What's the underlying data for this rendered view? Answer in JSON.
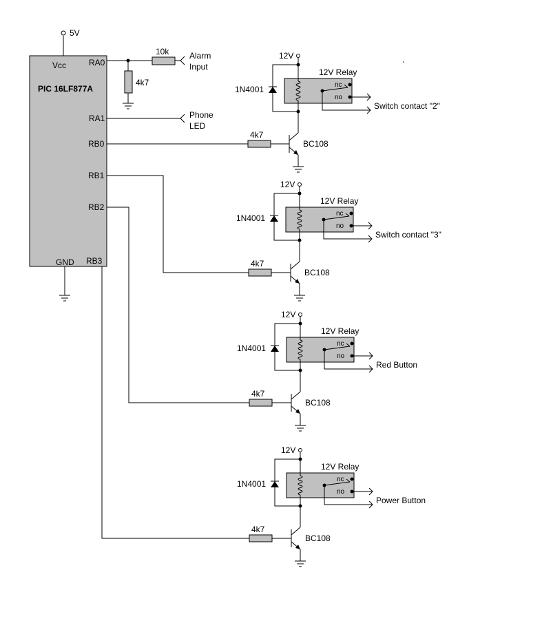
{
  "supply_5v": "5V",
  "mcu": {
    "name": "PIC 16LF877A",
    "pins": {
      "vcc": "Vcc",
      "gnd": "GND",
      "ra0": "RA0",
      "ra1": "RA1",
      "rb0": "RB0",
      "rb1": "RB1",
      "rb2": "RB2",
      "rb3": "RB3"
    }
  },
  "alarm": {
    "series_resistor": "10k",
    "pulldown_resistor": "4k7",
    "label_line1": "Alarm",
    "label_line2": "Input"
  },
  "phone_led": {
    "line1": "Phone",
    "line2": "LED"
  },
  "channels": [
    {
      "supply": "12V",
      "relay": "12V Relay",
      "diode": "1N4001",
      "nc": "nc",
      "no": "no",
      "output": "Switch contact \"2\"",
      "base_resistor": "4k7",
      "transistor": "BC108"
    },
    {
      "supply": "12V",
      "relay": "12V Relay",
      "diode": "1N4001",
      "nc": "nc",
      "no": "no",
      "output": "Switch contact \"3\"",
      "base_resistor": "4k7",
      "transistor": "BC108"
    },
    {
      "supply": "12V",
      "relay": "12V Relay",
      "diode": "1N4001",
      "nc": "nc",
      "no": "no",
      "output": "Red Button",
      "base_resistor": "4k7",
      "transistor": "BC108"
    },
    {
      "supply": "12V",
      "relay": "12V Relay",
      "diode": "1N4001",
      "nc": "nc",
      "no": "no",
      "output": "Power Button",
      "base_resistor": "4k7",
      "transistor": "BC108"
    }
  ]
}
